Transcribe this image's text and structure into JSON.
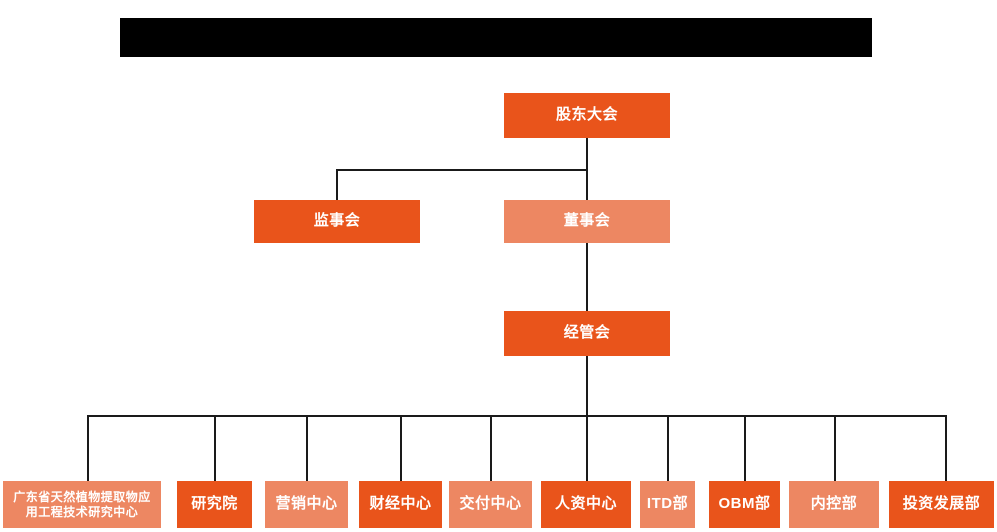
{
  "chart": {
    "type": "org-chart",
    "title_bar": {
      "name": "redacted-title-bar",
      "text": "",
      "color": "#000000"
    },
    "palette": {
      "dark_orange": "#E9541B",
      "light_salmon": "#ED8762",
      "connector": "#1A1A1A",
      "text": "#FFFFFF",
      "background": "#FFFFFF"
    },
    "levels": [
      {
        "level": 1,
        "nodes": [
          {
            "id": "shareholders-meeting",
            "label": "股东大会",
            "shade": "dark"
          }
        ]
      },
      {
        "level": 2,
        "nodes": [
          {
            "id": "board-of-supervisors",
            "label": "监事会",
            "shade": "dark"
          },
          {
            "id": "board-of-directors",
            "label": "董事会",
            "shade": "light"
          }
        ]
      },
      {
        "level": 3,
        "nodes": [
          {
            "id": "management-committee",
            "label": "经管会",
            "shade": "dark"
          }
        ]
      },
      {
        "level": 4,
        "nodes": [
          {
            "id": "guangdong-research-center",
            "label": "广东省天然植物提取物应用工程技术研究中心",
            "line1": "广东省天然植物提取物应",
            "line2": "用工程技术研究中心",
            "shade": "light"
          },
          {
            "id": "research-institute",
            "label": "研究院",
            "shade": "dark"
          },
          {
            "id": "marketing-center",
            "label": "营销中心",
            "shade": "light"
          },
          {
            "id": "finance-center",
            "label": "财经中心",
            "shade": "dark"
          },
          {
            "id": "delivery-center",
            "label": "交付中心",
            "shade": "light"
          },
          {
            "id": "hr-center",
            "label": "人资中心",
            "shade": "dark"
          },
          {
            "id": "itd-department",
            "label": "ITD部",
            "shade": "light"
          },
          {
            "id": "obm-department",
            "label": "OBM部",
            "shade": "dark"
          },
          {
            "id": "internal-control-department",
            "label": "内控部",
            "shade": "light"
          },
          {
            "id": "investment-development-department",
            "label": "投资发展部",
            "shade": "dark"
          }
        ]
      }
    ]
  }
}
